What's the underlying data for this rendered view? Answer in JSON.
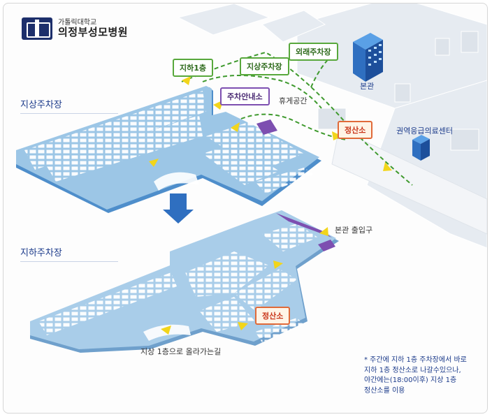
{
  "logo": {
    "sub": "가톨릭대학교",
    "main": "의정부성모병원"
  },
  "sections": {
    "ground": "지상주차장",
    "underground": "지하주차장"
  },
  "labels": {
    "basement_1f": "지하1층",
    "ground_parking": "지상주차장",
    "outdoor_parking": "외래주차장",
    "parking_info": "주차안내소",
    "rest_area": "휴게공간",
    "main_building": "본관",
    "payment_ground": "정산소",
    "emergency_center": "권역응급의료센터",
    "main_entrance": "본관 출입구",
    "payment_underground": "정산소",
    "ramp_up": "지상 1층으로 올라가는길"
  },
  "note": {
    "line1": "* 주간에 지하 1층 주차장에서 바로",
    "line2": "지하 1층 정산소로 나갈수있으나,",
    "line3": "야간에는(18:00이후) 지상 1층",
    "line4": "정산소를 이용"
  },
  "colors": {
    "floor": "#6fa6d8",
    "floor_light": "#9cc6e6",
    "route": "#3f9a2e",
    "arrow": "#f2d51b",
    "highlight": "#7d4fb0",
    "down_arrow": "#2f6fc0"
  }
}
